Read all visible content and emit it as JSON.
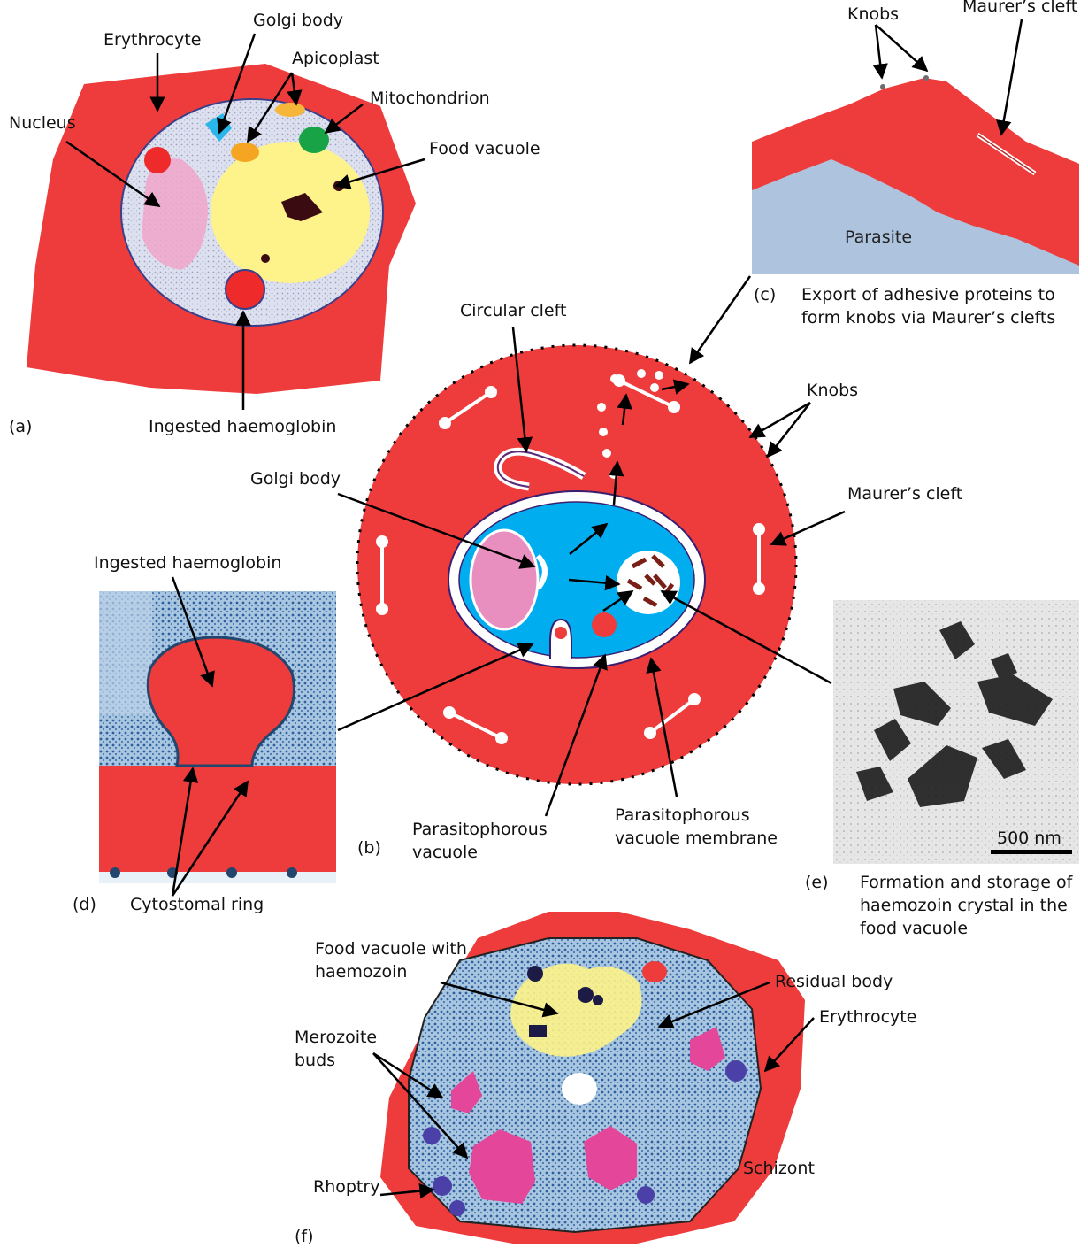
{
  "colors": {
    "erythrocyte": "#ee3b3b",
    "parasite_cytoplasm": "#00aeef",
    "parasite_em": "#dfe3f0",
    "nucleus": "#e88fbf",
    "food_vacuole": "#fdf38a",
    "golgi": "#29b6e8",
    "apicoplast_orange": "#f6a523",
    "apicoplast_yellow": "#f6b63a",
    "mitochondrion": "#19a347",
    "haemozoin": "#3b0b12",
    "rhoptry": "#4b3fa8",
    "merozoite_nucleus": "#e4479a",
    "crystal": "#7a1f16"
  },
  "panel_a": {
    "tag": "(a)",
    "labels": {
      "erythrocyte": "Erythrocyte",
      "golgi": "Golgi body",
      "apicoplast": "Apicoplast",
      "mitochondrion": "Mitochondrion",
      "nucleus": "Nucleus",
      "food_vacuole": "Food vacuole",
      "haemoglobin": "Ingested haemoglobin"
    }
  },
  "panel_b": {
    "tag": "(b)",
    "labels": {
      "circular_cleft": "Circular cleft",
      "knobs": "Knobs",
      "golgi": "Golgi body",
      "maurers_cleft": "Maurer’s cleft",
      "pv": "Parasitophorous vacuole",
      "pvm": "Parasitophorous vacuole membrane"
    }
  },
  "panel_c": {
    "tag": "(c)",
    "labels": {
      "knobs": "Knobs",
      "maurers_cleft": "Maurer’s cleft",
      "parasite": "Parasite"
    },
    "caption": "Export of adhesive proteins to form knobs via Maurer’s clefts"
  },
  "panel_d": {
    "tag": "(d)",
    "labels": {
      "haemoglobin": "Ingested haemoglobin",
      "cytostomal_ring": "Cytostomal ring"
    }
  },
  "panel_e": {
    "tag": "(e)",
    "scale": "500 nm",
    "caption": "Formation and storage of haemozoin crystal in the food vacuole"
  },
  "panel_f": {
    "tag": "(f)",
    "labels": {
      "food_vacuole": "Food vacuole with haemozoin",
      "residual_body": "Residual body",
      "erythrocyte": "Erythrocyte",
      "merozoite_buds": "Merozoite buds",
      "schizont": "Schizont",
      "rhoptry": "Rhoptry"
    }
  }
}
